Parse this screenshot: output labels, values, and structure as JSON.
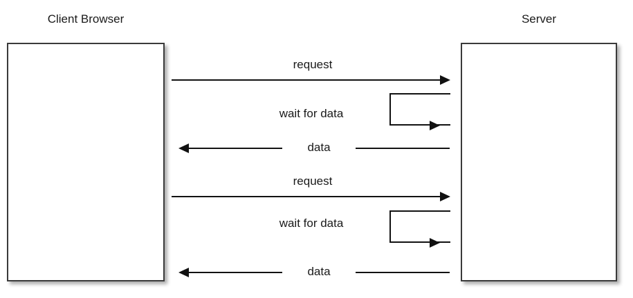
{
  "diagram": {
    "type": "sequence-diagram",
    "background_color": "#ffffff",
    "line_color": "#111111",
    "box_border_color": "#3a3a3a",
    "participants": [
      {
        "id": "client",
        "title": "Client Browser"
      },
      {
        "id": "server",
        "title": "Server"
      }
    ],
    "messages": [
      {
        "id": "request-1",
        "label": "request",
        "direction": "client-to-server",
        "label_position": "above"
      },
      {
        "id": "wait-1",
        "label": "wait for data",
        "direction": "server-self",
        "label_position": "left"
      },
      {
        "id": "data-1",
        "label": "data",
        "direction": "server-to-client",
        "label_position": "on-line"
      },
      {
        "id": "request-2",
        "label": "request",
        "direction": "client-to-server",
        "label_position": "above"
      },
      {
        "id": "wait-2",
        "label": "wait for data",
        "direction": "server-self",
        "label_position": "left"
      },
      {
        "id": "data-2",
        "label": "data",
        "direction": "server-to-client",
        "label_position": "on-line"
      }
    ]
  }
}
